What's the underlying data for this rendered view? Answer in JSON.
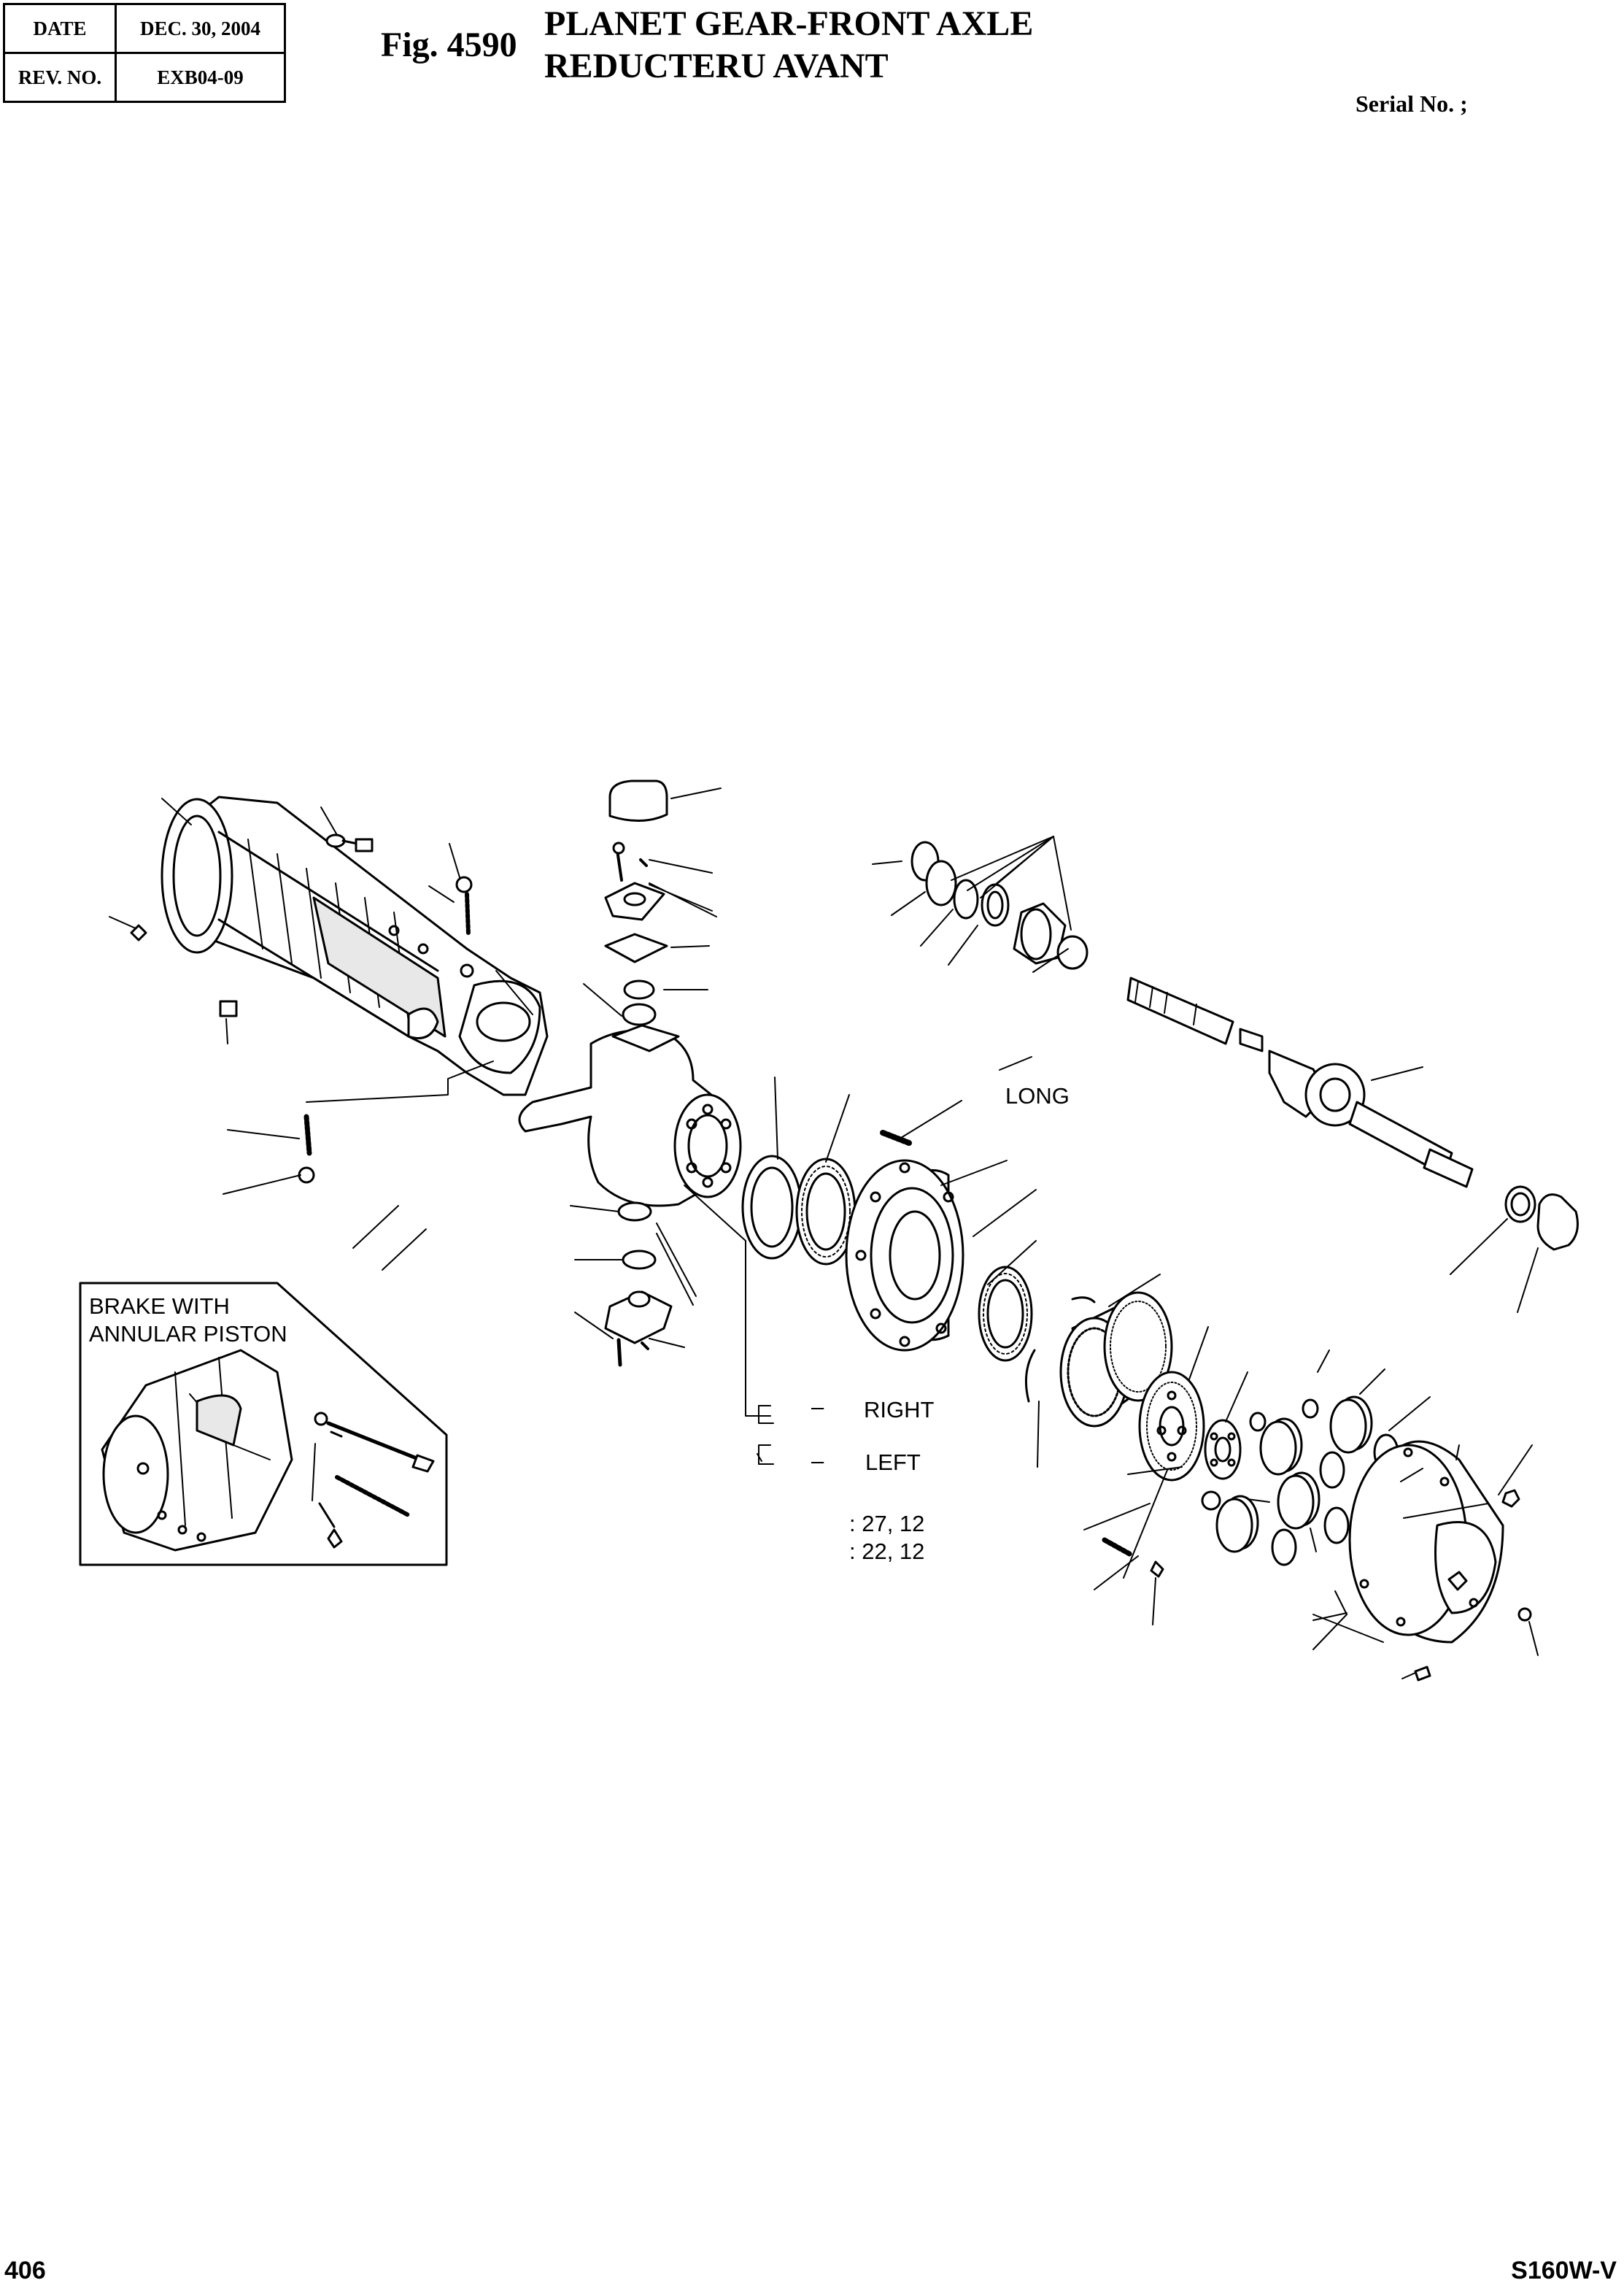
{
  "header": {
    "date_label": "DATE",
    "date_value": "DEC. 30, 2004",
    "rev_label": "REV. NO.",
    "rev_value": "EXB04-09"
  },
  "figure": {
    "number": "Fig. 4590",
    "title_line1": "PLANET GEAR-FRONT AXLE",
    "title_line2": "REDUCTERU AVANT",
    "serial": "Serial No. ;"
  },
  "labels": {
    "long": "LONG",
    "right": "RIGHT",
    "left": "LEFT",
    "dash_right": "–",
    "dash_left": "–",
    "torque_1": ": 27, 12",
    "torque_2": ": 22, 12",
    "inset_line1": "BRAKE WITH",
    "inset_line2": "ANNULAR PISTON"
  },
  "footer": {
    "page": "406",
    "model": "S160W-V"
  }
}
